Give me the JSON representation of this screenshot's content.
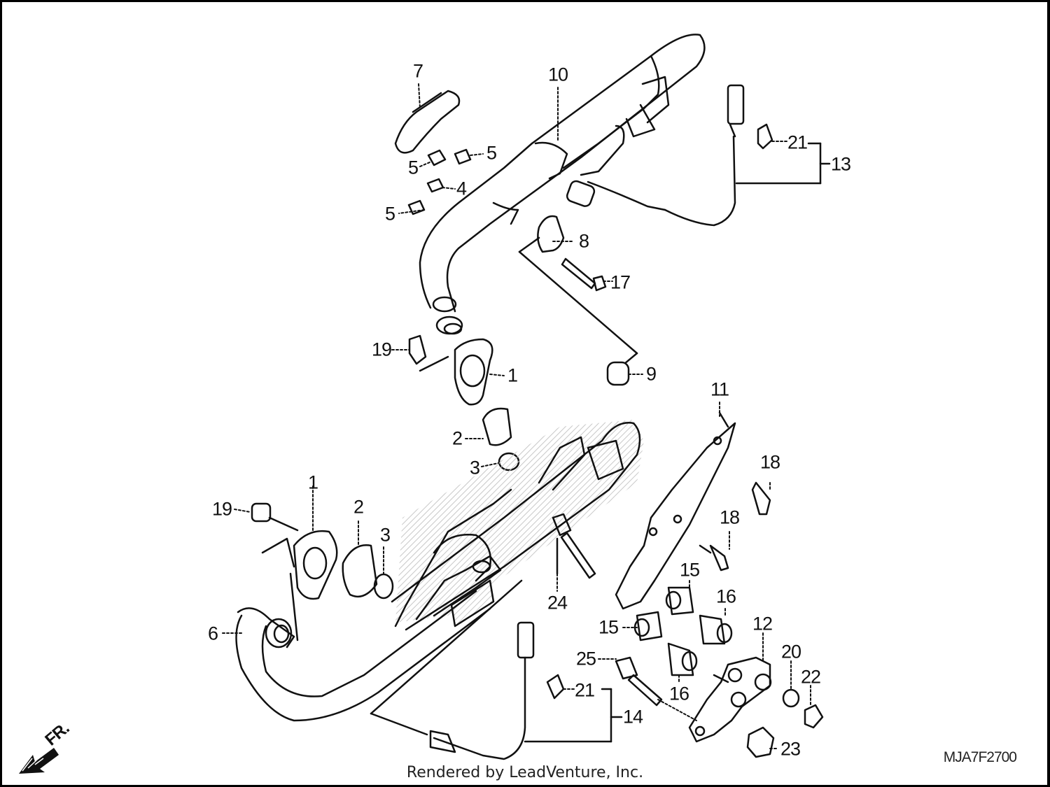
{
  "diagram": {
    "callouts": [
      {
        "label": "7",
        "name": "callout-7"
      },
      {
        "label": "10",
        "name": "callout-10"
      },
      {
        "label": "5",
        "name": "callout-5a"
      },
      {
        "label": "5",
        "name": "callout-5b"
      },
      {
        "label": "4",
        "name": "callout-4"
      },
      {
        "label": "5",
        "name": "callout-5c"
      },
      {
        "label": "21",
        "name": "callout-21-top"
      },
      {
        "label": "13",
        "name": "callout-13"
      },
      {
        "label": "8",
        "name": "callout-8"
      },
      {
        "label": "17",
        "name": "callout-17"
      },
      {
        "label": "19",
        "name": "callout-19-top"
      },
      {
        "label": "1",
        "name": "callout-1-top"
      },
      {
        "label": "9",
        "name": "callout-9"
      },
      {
        "label": "2",
        "name": "callout-2-top"
      },
      {
        "label": "3",
        "name": "callout-3-top"
      },
      {
        "label": "11",
        "name": "callout-11"
      },
      {
        "label": "18",
        "name": "callout-18a"
      },
      {
        "label": "18",
        "name": "callout-18b"
      },
      {
        "label": "19",
        "name": "callout-19-left"
      },
      {
        "label": "1",
        "name": "callout-1-left"
      },
      {
        "label": "2",
        "name": "callout-2-left"
      },
      {
        "label": "3",
        "name": "callout-3-left"
      },
      {
        "label": "15",
        "name": "callout-15a"
      },
      {
        "label": "16",
        "name": "callout-16a"
      },
      {
        "label": "24",
        "name": "callout-24"
      },
      {
        "label": "15",
        "name": "callout-15b"
      },
      {
        "label": "12",
        "name": "callout-12"
      },
      {
        "label": "6",
        "name": "callout-6"
      },
      {
        "label": "25",
        "name": "callout-25"
      },
      {
        "label": "20",
        "name": "callout-20"
      },
      {
        "label": "22",
        "name": "callout-22"
      },
      {
        "label": "16",
        "name": "callout-16b"
      },
      {
        "label": "21",
        "name": "callout-21-bottom"
      },
      {
        "label": "14",
        "name": "callout-14"
      },
      {
        "label": "23",
        "name": "callout-23"
      }
    ],
    "diagram_code": "MJA7F2700",
    "credit": "Rendered by LeadVenture, Inc.",
    "direction_label": "FR."
  }
}
